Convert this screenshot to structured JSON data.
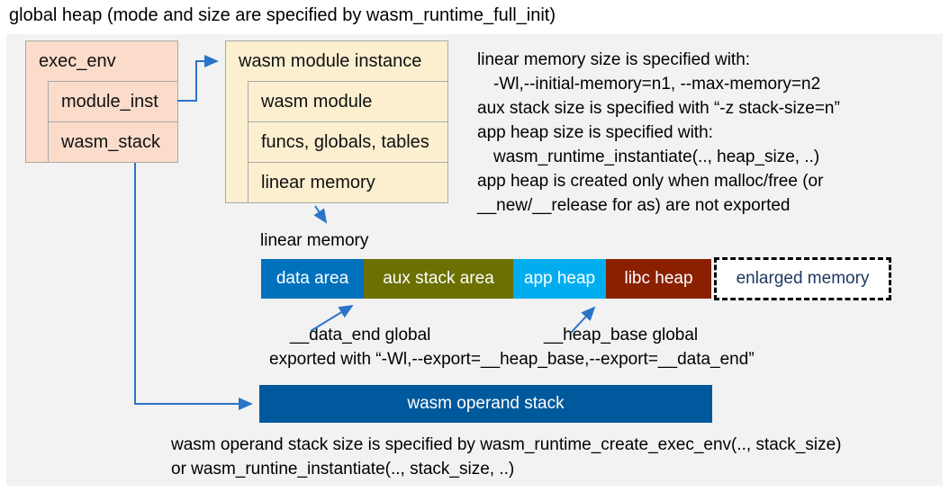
{
  "title": "global heap (mode and size are specified by wasm_runtime_full_init)",
  "exec_env": {
    "title": "exec_env",
    "fields": [
      "module_inst",
      "wasm_stack"
    ]
  },
  "module_instance": {
    "title": "wasm module instance",
    "fields": [
      "wasm module",
      "funcs, globals, tables",
      "linear memory"
    ]
  },
  "notes_right": {
    "lines": [
      "linear memory size is specified with:",
      "-Wl,--initial-memory=n1, --max-memory=n2",
      "aux stack size is specified with “-z stack-size=n”",
      "app heap size is specified with:",
      "wasm_runtime_instantiate(.., heap_size, ..)",
      "app heap is created only when malloc/free (or",
      "__new/__release for as) are not exported"
    ]
  },
  "linear_memory": {
    "label": "linear memory",
    "segments": [
      {
        "label": "data area",
        "color": "#0071BC"
      },
      {
        "label": "aux stack area",
        "color": "#6B7000"
      },
      {
        "label": "app heap",
        "color": "#00AEEF"
      },
      {
        "label": "libc heap",
        "color": "#8A2000"
      },
      {
        "label": "enlarged memory",
        "color": "#FFFFFF",
        "border": "dashed",
        "text_color": "#1F3864"
      }
    ]
  },
  "annotations": {
    "data_end": "__data_end global",
    "heap_base": "__heap_base global",
    "exported": "exported with “-Wl,--export=__heap_base,--export=__data_end”"
  },
  "operand_stack": {
    "label": "wasm operand stack",
    "color": "#00599C"
  },
  "notes_bottom": {
    "lines": [
      "wasm operand stack size is specified by wasm_runtime_create_exec_env(.., stack_size)",
      "or wasm_runtine_instantiate(.., stack_size, ..)"
    ]
  },
  "colors": {
    "panel_background": "#F2F2F2",
    "struct_pink": "#FBDBC9",
    "struct_cream": "#FBEFD0",
    "box_border": "#A9A9A9",
    "arrow_blue": "#2B74C8",
    "enlarged_memory_text": "#1F3864"
  }
}
